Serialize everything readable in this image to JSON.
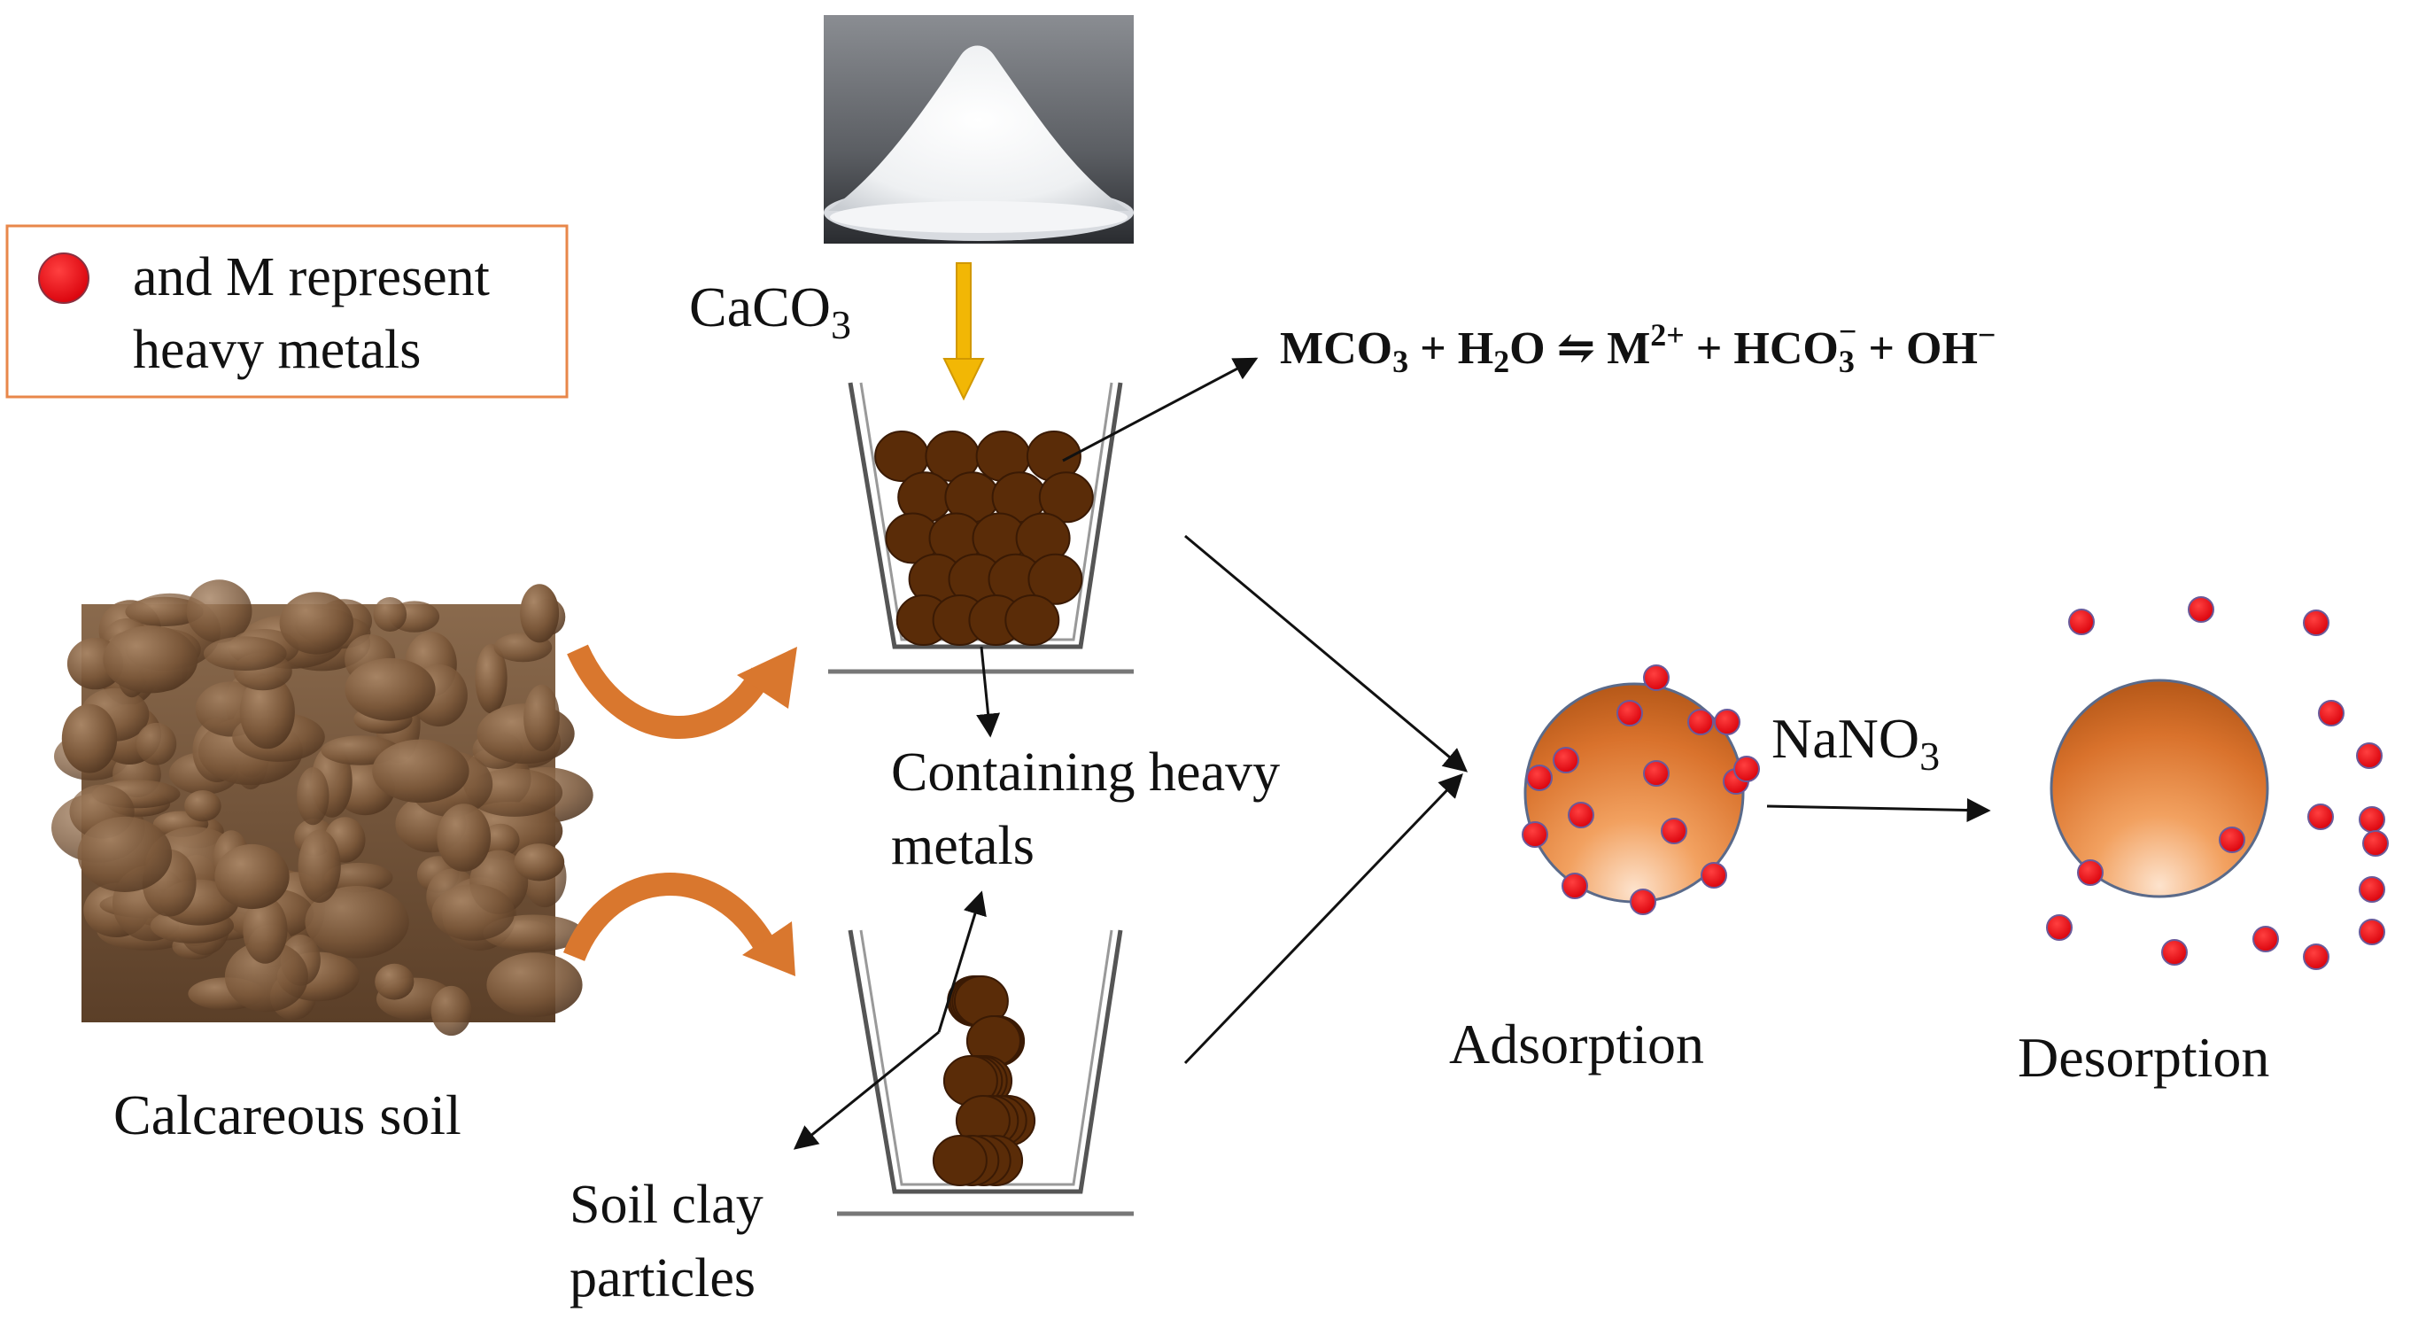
{
  "legend": {
    "line1": "and M represent",
    "line2": "heavy  metals"
  },
  "labels": {
    "caco3_base": "CaCO",
    "caco3_sub": "3",
    "calcareous_soil": "Calcareous soil",
    "containing_line1": "Containing  heavy",
    "containing_line2": "metals",
    "soil_clay_line1": "Soil clay",
    "soil_clay_line2": "particles",
    "nano3_base": "NaNO",
    "nano3_sub": "3",
    "adsorption": "Adsorption",
    "desorption": "Desorption"
  },
  "equation": {
    "p1": "MCO",
    "p1_sub": "3",
    "p2": " + H",
    "p2_sub": "2",
    "p3": "O ⇋ M",
    "p3_sup": "2+",
    "p4": " + HCO",
    "p4_sub": "3",
    "p4_sup": "−",
    "p5": " + OH",
    "p5_sup": "−"
  },
  "colors": {
    "metal_dot": "#e8121a",
    "particle": "#5a2c08",
    "sphere_orange": "#e07a30",
    "legend_border": "#e8874a",
    "arrow_orange": "#d9772e",
    "arrow_yellow": "#f2b705"
  },
  "icons": {
    "heavy_metal": "red-dot-icon",
    "powder_photo": "white-powder-pile",
    "soil_photo": "soil-clods"
  }
}
